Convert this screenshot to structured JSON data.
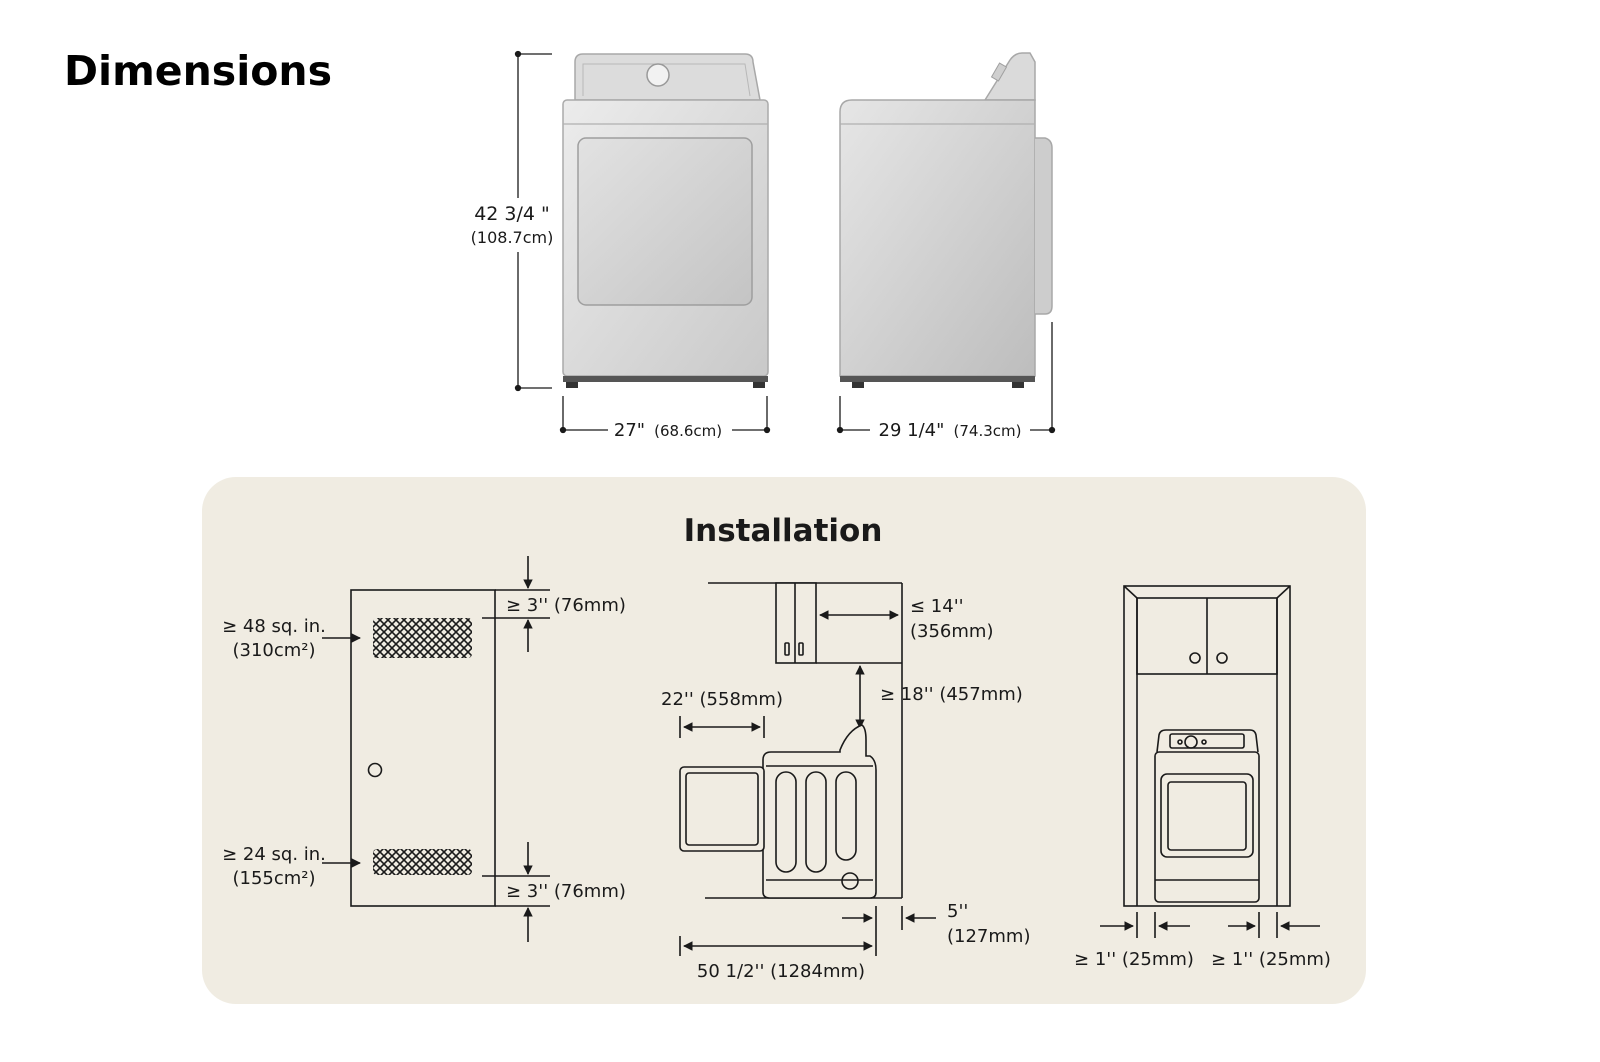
{
  "title": "Dimensions",
  "product_dimensions": {
    "height_in": "42 3/4 \"",
    "height_cm": "(108.7cm)",
    "width_in": "27\"",
    "width_cm": "(68.6cm)",
    "depth_in": "29 1/4\"",
    "depth_cm": "(74.3cm)"
  },
  "installation": {
    "title": "Installation",
    "closet_vent": {
      "top_area": "≥ 48 sq. in.",
      "top_area_metric": "(310cm²)",
      "bottom_area": "≥ 24 sq. in.",
      "bottom_area_metric": "(155cm²)",
      "top_clearance": "≥ 3'' (76mm)",
      "bottom_clearance": "≥ 3'' (76mm)"
    },
    "side_view": {
      "cabinet_depth": "≤ 14''",
      "cabinet_depth_metric": "(356mm)",
      "cabinet_clearance": "≥ 18'' (457mm)",
      "door_swing": "22'' (558mm)",
      "rear_clearance": "5''",
      "rear_clearance_metric": "(127mm)",
      "total_depth": "50 1/2'' (1284mm)"
    },
    "front_view": {
      "left_clearance": "≥ 1'' (25mm)",
      "right_clearance": "≥ 1'' (25mm)"
    }
  },
  "colors": {
    "panel_bg": "#f0ece2",
    "appliance_fill": "#d6d6d6",
    "line": "#1a1a1a"
  }
}
